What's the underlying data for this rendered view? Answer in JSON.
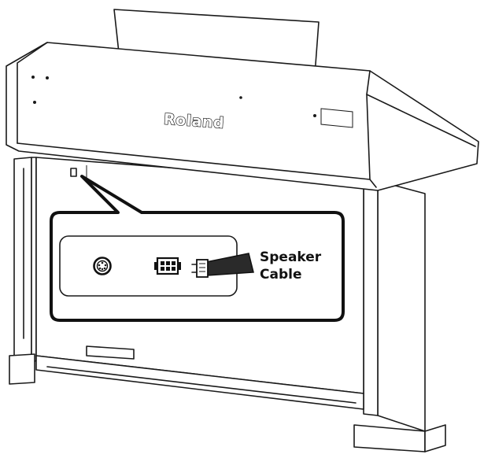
{
  "brand_logo_text": "Roland",
  "callout": {
    "label_line1": "Speaker",
    "label_line2": "Cable"
  },
  "icons": [
    "din-port-icon",
    "speaker-connector-icon",
    "speaker-cable-icon"
  ]
}
